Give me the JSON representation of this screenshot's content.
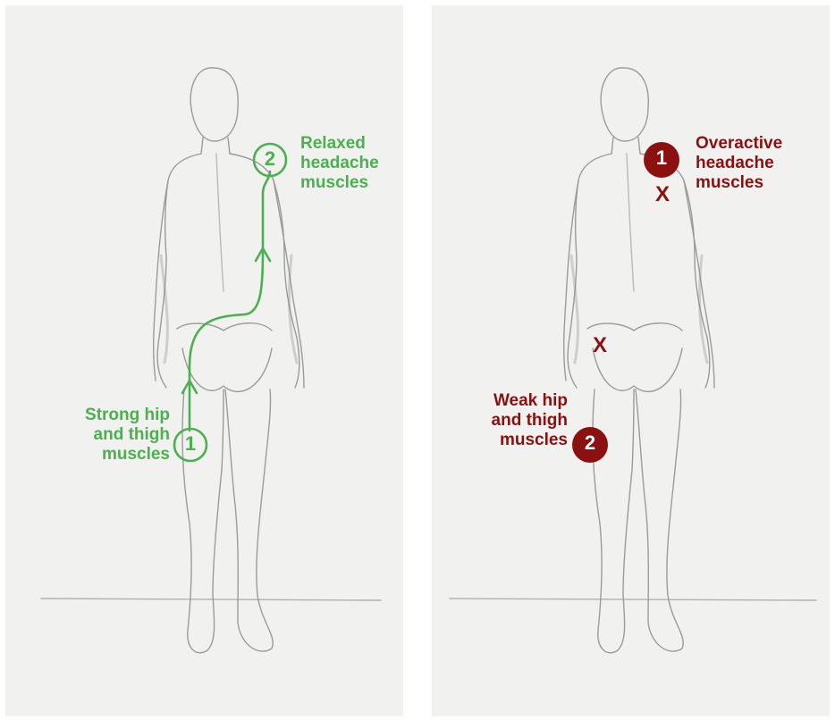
{
  "left_panel": {
    "label_top": {
      "line1": "Relaxed",
      "line2": "headache",
      "line3": "muscles"
    },
    "label_bottom": {
      "line1": "Strong hip",
      "line2": "and thigh",
      "line3": "muscles"
    },
    "marker_1": "1",
    "marker_2": "2"
  },
  "right_panel": {
    "label_top": {
      "line1": "Overactive",
      "line2": "headache",
      "line3": "muscles"
    },
    "label_bottom": {
      "line1": "Weak hip",
      "line2": "and thigh",
      "line3": "muscles"
    },
    "marker_1": "1",
    "marker_2": "2",
    "cross_1": "X",
    "cross_2": "X"
  },
  "colors": {
    "green": "#4caf50",
    "dark_red": "#8b1111",
    "pencil": "#8a8a8a",
    "paper": "#f1f1f0"
  },
  "icons": [
    "standing-figure-sketch-icon",
    "upward-arrow-path-icon"
  ]
}
